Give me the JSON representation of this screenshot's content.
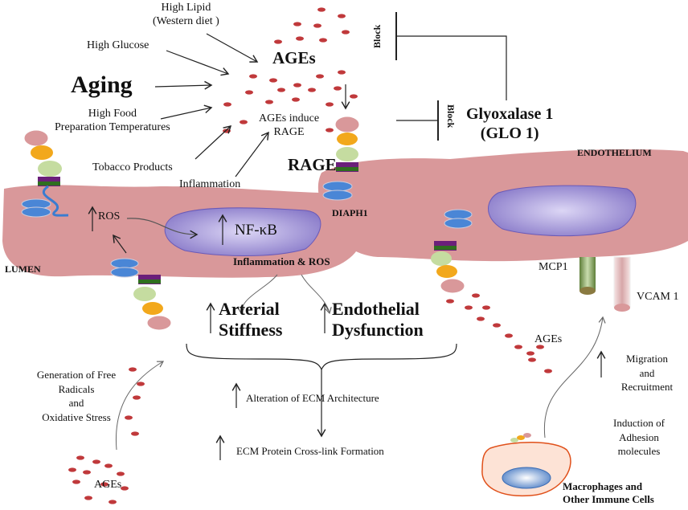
{
  "causes": {
    "high_lipid": [
      "High Lipid",
      "(Western diet )"
    ],
    "high_glucose": "High Glucose",
    "aging": "Aging",
    "high_food": [
      "High Food",
      "Preparation Temperatures"
    ],
    "tobacco": "Tobacco Products",
    "inflammation": "Inflammation"
  },
  "ages_title": "AGEs",
  "ages_induce": [
    "AGEs induce",
    "RAGE"
  ],
  "rage": "RAGE",
  "diaph1": "DIAPH1",
  "block_labels": [
    "Block",
    "Block"
  ],
  "glo1": [
    "Glyoxalase 1",
    "(GLO 1)"
  ],
  "endothelium": "ENDOTHELIUM",
  "lumen": "LUMEN",
  "ros": "ROS",
  "nfkb": "NF-κB",
  "inflammation_ros": "Inflammation & ROS",
  "outcomes": {
    "arterial": [
      "Arterial",
      "Stiffness"
    ],
    "endothelial": [
      "Endothelial",
      "Dysfunction"
    ]
  },
  "ecm_alteration": "Alteration of ECM Architecture",
  "ecm_crosslink": "ECM Protein Cross-link Formation",
  "free_radicals": [
    "Generation of Free",
    "Radicals",
    "and",
    "Oxidative Stress"
  ],
  "ages_bottom": "AGEs",
  "ages_right": "AGEs",
  "mcp1": "MCP1",
  "vcam1": "VCAM 1",
  "migration": [
    "Migration",
    "and",
    "Recruitment"
  ],
  "induction": [
    "Induction of",
    "Adhesion",
    "molecules"
  ],
  "macrophages": [
    "Macrophages and",
    "Other Immune Cells"
  ],
  "colors": {
    "cell": "#d9989a",
    "nucleus": "#9b8fd0",
    "age": "#c0393b",
    "macrophage_border": "#e0501a"
  }
}
